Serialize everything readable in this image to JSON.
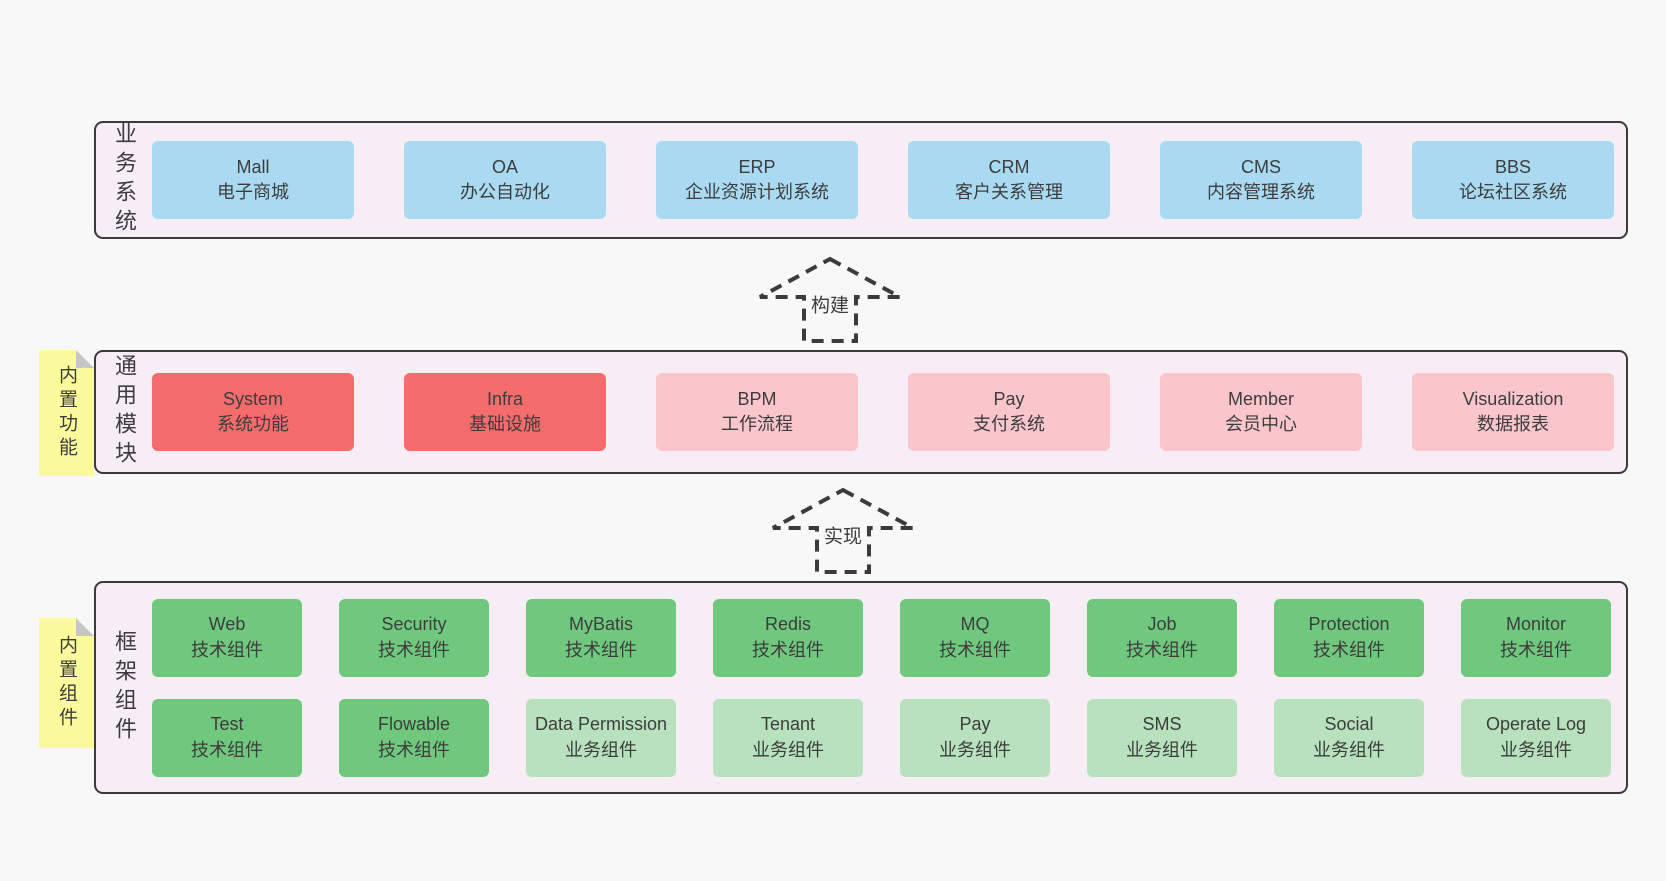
{
  "colors": {
    "page_bg": "#f8f8f8",
    "panel_bg": "#f6edf5",
    "panel_border": "#3b3b3b",
    "blue": "#a9daf1",
    "red": "#f56c6c",
    "pink": "#fac5cb",
    "green": "#6fc87e",
    "green_light": "#b7e2bd",
    "note_yellow": "#fbfb9d",
    "note_fold": "#c6c6c6",
    "text": "#3d3d3d"
  },
  "arrows": [
    {
      "label": "构建"
    },
    {
      "label": "实现"
    }
  ],
  "layers": [
    {
      "label": "业务系统",
      "boxes": [
        {
          "title": "Mall",
          "subtitle": "电子商城",
          "variant": "blue"
        },
        {
          "title": "OA",
          "subtitle": "办公自动化",
          "variant": "blue"
        },
        {
          "title": "ERP",
          "subtitle": "企业资源计划系统",
          "variant": "blue"
        },
        {
          "title": "CRM",
          "subtitle": "客户关系管理",
          "variant": "blue"
        },
        {
          "title": "CMS",
          "subtitle": "内容管理系统",
          "variant": "blue"
        },
        {
          "title": "BBS",
          "subtitle": "论坛社区系统",
          "variant": "blue"
        }
      ]
    },
    {
      "label": "通用模块",
      "note": "内置功能",
      "boxes": [
        {
          "title": "System",
          "subtitle": "系统功能",
          "variant": "red"
        },
        {
          "title": "Infra",
          "subtitle": "基础设施",
          "variant": "red"
        },
        {
          "title": "BPM",
          "subtitle": "工作流程",
          "variant": "pink"
        },
        {
          "title": "Pay",
          "subtitle": "支付系统",
          "variant": "pink"
        },
        {
          "title": "Member",
          "subtitle": "会员中心",
          "variant": "pink"
        },
        {
          "title": "Visualization",
          "subtitle": "数据报表",
          "variant": "pink"
        }
      ]
    },
    {
      "label": "框架组件",
      "note": "内置组件",
      "rows": [
        [
          {
            "title": "Web",
            "subtitle": "技术组件",
            "variant": "green"
          },
          {
            "title": "Security",
            "subtitle": "技术组件",
            "variant": "green"
          },
          {
            "title": "MyBatis",
            "subtitle": "技术组件",
            "variant": "green"
          },
          {
            "title": "Redis",
            "subtitle": "技术组件",
            "variant": "green"
          },
          {
            "title": "MQ",
            "subtitle": "技术组件",
            "variant": "green"
          },
          {
            "title": "Job",
            "subtitle": "技术组件",
            "variant": "green"
          },
          {
            "title": "Protection",
            "subtitle": "技术组件",
            "variant": "green"
          },
          {
            "title": "Monitor",
            "subtitle": "技术组件",
            "variant": "green"
          }
        ],
        [
          {
            "title": "Test",
            "subtitle": "技术组件",
            "variant": "green"
          },
          {
            "title": "Flowable",
            "subtitle": "技术组件",
            "variant": "green"
          },
          {
            "title": "Data Permission",
            "subtitle": "业务组件",
            "variant": "green-light"
          },
          {
            "title": "Tenant",
            "subtitle": "业务组件",
            "variant": "green-light"
          },
          {
            "title": "Pay",
            "subtitle": "业务组件",
            "variant": "green-light"
          },
          {
            "title": "SMS",
            "subtitle": "业务组件",
            "variant": "green-light"
          },
          {
            "title": "Social",
            "subtitle": "业务组件",
            "variant": "green-light"
          },
          {
            "title": "Operate Log",
            "subtitle": "业务组件",
            "variant": "green-light"
          }
        ]
      ]
    }
  ]
}
